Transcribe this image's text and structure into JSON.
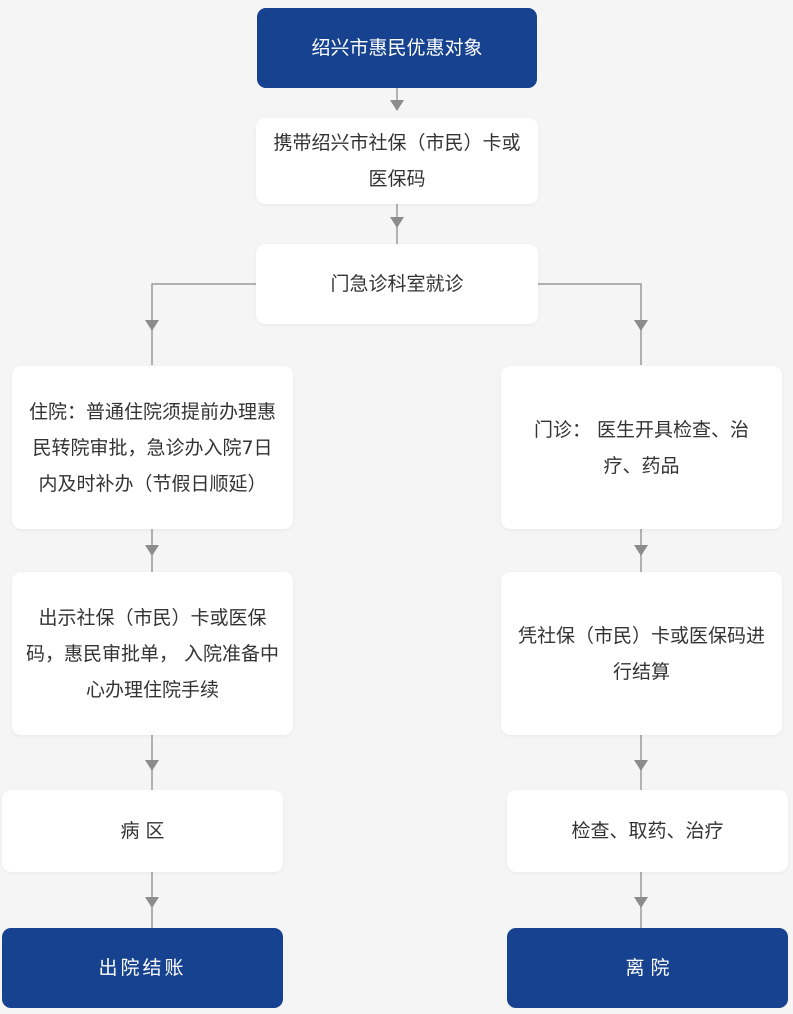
{
  "flow": {
    "start": "绍兴市惠民优惠对象",
    "step_card": "携带绍兴市社保（市民）卡或医保码",
    "step_visit": "门急诊科室就诊",
    "left": {
      "hospitalize": "住院：普通住院须提前办理惠民转院审批，急诊办入院7日内及时补办（节假日顺延）",
      "show_card": "出示社保（市民）卡或医保码，惠民审批单， 入院准备中心办理住院手续",
      "ward": "病 区",
      "end": "出院结账"
    },
    "right": {
      "outpatient": "门诊： 医生开具检查、治疗、药品",
      "settle": "凭社保（市民）卡或医保码进行结算",
      "treat": "检查、取药、治疗",
      "end": "离 院"
    }
  },
  "colors": {
    "accent": "#16428f",
    "connector": "#9a9a9a",
    "background": "#f5f5f5"
  }
}
